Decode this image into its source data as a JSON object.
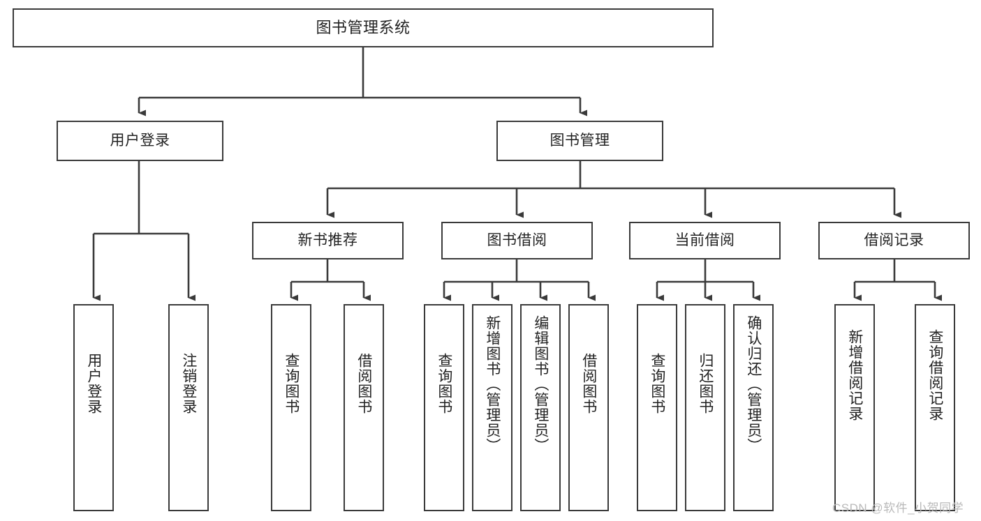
{
  "diagram": {
    "title": "图书管理系统",
    "type": "tree-hierarchy",
    "root": {
      "label": "图书管理系统"
    },
    "level2": [
      {
        "label": "用户登录"
      },
      {
        "label": "图书管理"
      }
    ],
    "level3": [
      {
        "label": "新书推荐"
      },
      {
        "label": "图书借阅"
      },
      {
        "label": "当前借阅"
      },
      {
        "label": "借阅记录"
      }
    ],
    "leaves": {
      "user_login": [
        {
          "label": "用户登录"
        },
        {
          "label": "注销登录"
        }
      ],
      "new_book_recommend": [
        {
          "label": "查询图书"
        },
        {
          "label": "借阅图书"
        }
      ],
      "book_borrow": [
        {
          "label": "查询图书"
        },
        {
          "label": "新增图书（管理员）"
        },
        {
          "label": "编辑图书（管理员）"
        },
        {
          "label": "借阅图书"
        }
      ],
      "current_borrow": [
        {
          "label": "查询图书"
        },
        {
          "label": "归还图书"
        },
        {
          "label": "确认归还（管理员）"
        }
      ],
      "borrow_record": [
        {
          "label": "新增借阅记录"
        },
        {
          "label": "查询借阅记录"
        }
      ]
    }
  },
  "watermark": {
    "text": "CSDN @软件_小贺同学"
  },
  "colors": {
    "stroke": "#3a3a3a",
    "background": "#ffffff",
    "text": "#222222",
    "watermark": "#b9b9b9"
  }
}
